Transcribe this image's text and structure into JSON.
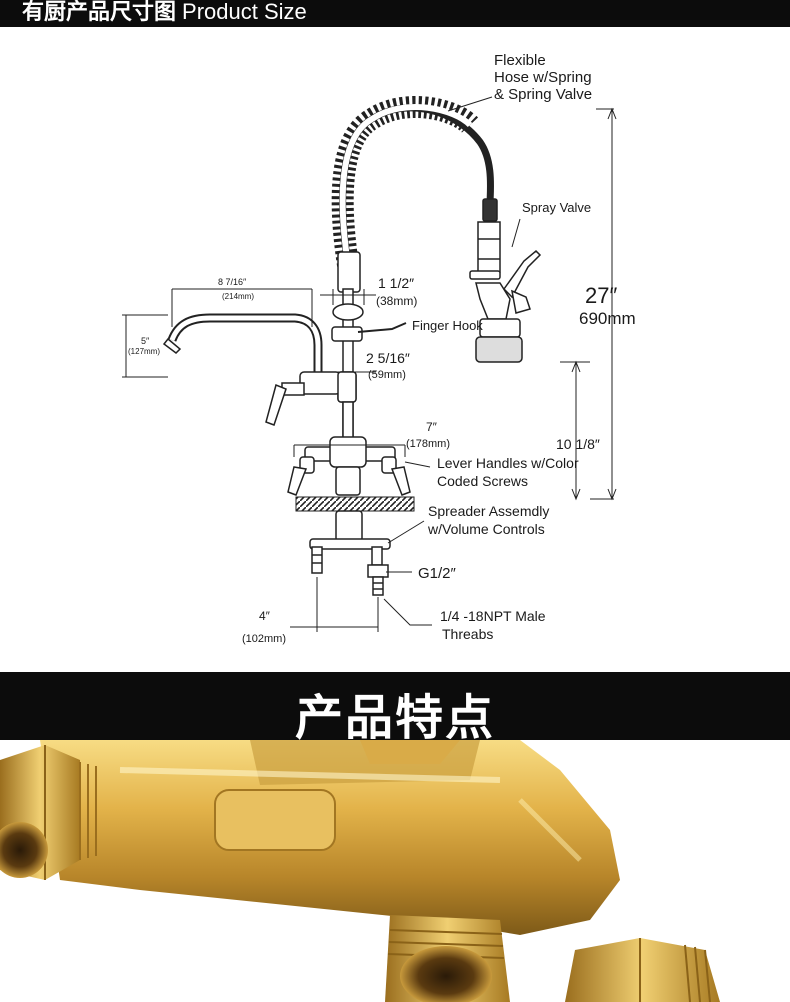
{
  "header": {
    "title_cn": "有厨产品尺寸图",
    "title_en": "Product Size"
  },
  "diagram": {
    "hose_label": [
      "Flexible",
      "Hose w/Spring",
      "& Spring Valve"
    ],
    "spray_valve_label": "Spray Valve",
    "height_in": "27″",
    "height_mm": "690mm",
    "spout_reach_in": "8 7/16″",
    "spout_reach_mm": "(214mm)",
    "spout_height_in": "5″",
    "spout_height_mm": "(127mm)",
    "riser_dia_in": "1 1/2″",
    "riser_dia_mm": "(38mm)",
    "finger_hook_label": "Finger Hook",
    "offset_in": "2 5/16″",
    "offset_mm": "(59mm)",
    "spread_in": "7″",
    "spread_mm": "(178mm)",
    "valve_height_in": "10 1/8″",
    "lever_label": [
      "Lever Handles w/Color",
      "Coded Screws"
    ],
    "spreader_label": [
      "Spreader Assemdly",
      "w/Volume Controls"
    ],
    "thread_label": "G1/2″",
    "center_in": "4″",
    "center_mm": "(102mm)",
    "npt_label": [
      "1/4 -18NPT  Male",
      "Threabs"
    ]
  },
  "features": {
    "heading": "产品特点"
  },
  "colors": {
    "band": "#0c0c0c",
    "brass": "#d2a53c",
    "ink": "#1a1a1a"
  }
}
